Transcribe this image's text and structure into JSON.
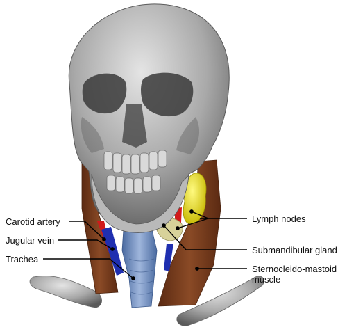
{
  "figure": {
    "labels": {
      "carotid_artery": "Carotid artery",
      "jugular_vein": "Jugular vein",
      "trachea": "Trachea",
      "lymph_nodes": "Lymph nodes",
      "submandibular_gland": "Submandibular gland",
      "sternocleidomastoid_muscle": "Sternocleido-mastoid muscle"
    },
    "colors": {
      "bone": "#9b9b9b",
      "muscle": "#7a3f1e",
      "carotid_artery": "#d11a1a",
      "jugular_vein": "#1f2fb0",
      "trachea": "#6f8fc2",
      "lymph_nodes": "#f2e600",
      "submandibular_gland": "#d8d29a"
    }
  }
}
